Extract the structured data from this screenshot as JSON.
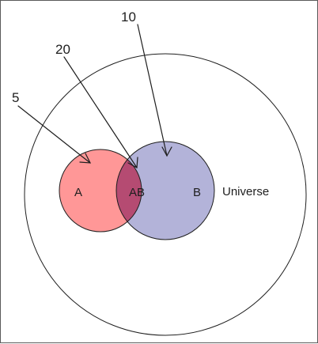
{
  "diagram": {
    "universe_label": "Universe",
    "set_a": {
      "label": "A",
      "color": "#ff9797"
    },
    "set_b": {
      "label": "B",
      "color": "#b3b3d9"
    },
    "intersection": {
      "label": "AB",
      "color": "#b54b72"
    },
    "callouts": {
      "a_only": "5",
      "a_and_b": "20",
      "b_only": "10"
    },
    "outline_color": "#1e1e1e"
  }
}
